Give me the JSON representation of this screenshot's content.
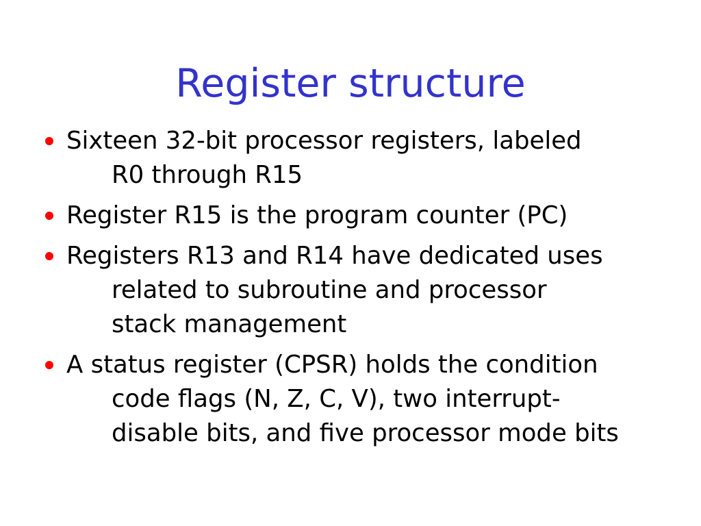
{
  "slide": {
    "title": "Register structure",
    "title_color": "#3333cc",
    "text_color": "#000000",
    "bullet_color": "#ff0000",
    "background_color": "#ffffff",
    "bullets": [
      {
        "marker": "round-bullet",
        "text": "Sixteen 32-bit processor registers, labeled R0 through R15",
        "lines": [
          "Sixteen 32-bit processor registers, labeled",
          "R0 through R15"
        ]
      },
      {
        "marker": "round-bullet",
        "text": "Register R15 is the program counter (PC)",
        "lines": [
          "Register R15 is the program counter (PC)"
        ]
      },
      {
        "marker": "round-bullet",
        "text": "Registers R13 and R14 have dedicated uses related to subroutine and processor stack management",
        "lines": [
          "Registers R13 and R14 have dedicated uses",
          "related to subroutine and processor",
          "stack management"
        ]
      },
      {
        "marker": "round-bullet",
        "text": "A status register (CPSR) holds the condition code flags (N, Z, C, V), two interrupt-disable bits, and five processor mode bits",
        "lines": [
          "A status register (CPSR) holds the condition",
          "code flags (N, Z, C, V), two interrupt-",
          "disable bits, and five processor mode bits"
        ]
      }
    ]
  }
}
